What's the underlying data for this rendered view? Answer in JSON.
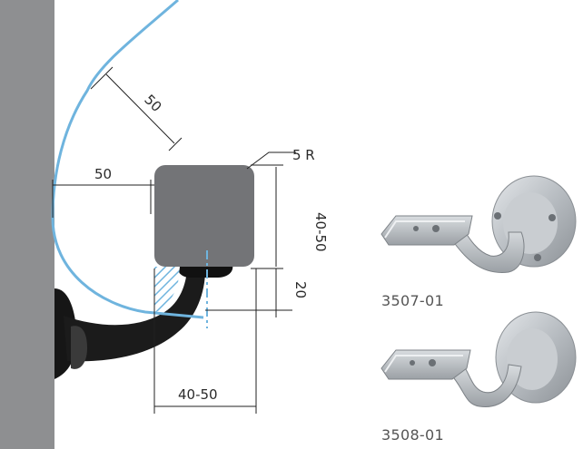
{
  "diagram": {
    "dim_top_diagonal": "50",
    "dim_left_horizontal": "50",
    "dim_radius": "5 R",
    "dim_height": "40-50",
    "dim_gap": "20",
    "dim_bottom_width": "40-50"
  },
  "products": [
    {
      "code": "3507-01"
    },
    {
      "code": "3508-01"
    }
  ],
  "colors": {
    "wall": "#8e8f91",
    "handrail": "#737477",
    "bracket": "#1b1b1b",
    "clearance_line": "#6fb4de",
    "hatch": "#6fb4de",
    "dimension_line": "#222222",
    "metal": "#bfc3c7"
  }
}
